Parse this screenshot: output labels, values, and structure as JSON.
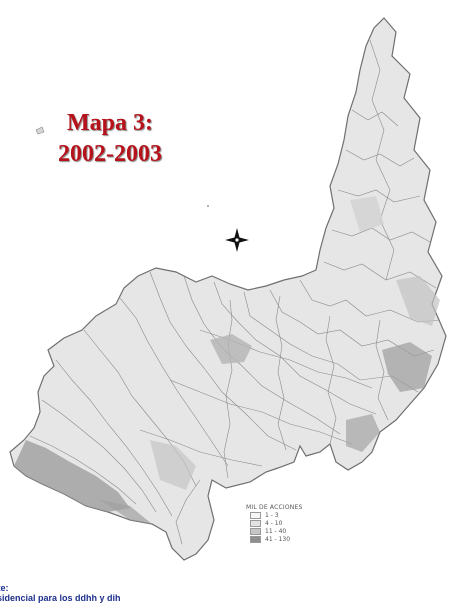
{
  "title": {
    "line1": "Mapa 3:",
    "line2": "2002-2003"
  },
  "legend": {
    "title": "MIL DE ACCIONES",
    "items": [
      {
        "label": "1 - 3",
        "color": "#f6f6f6"
      },
      {
        "label": "4 - 10",
        "color": "#e2e2e2"
      },
      {
        "label": "11 - 40",
        "color": "#c6c6c6"
      },
      {
        "label": "41 - 130",
        "color": "#8e8e8e"
      }
    ]
  },
  "source": {
    "line1": "nte:",
    "line2": "esidencial para los ddhh y dih"
  },
  "colors": {
    "title": "#b5121b",
    "source": "#1c2f8c",
    "map_fill": "#e6e6e6",
    "map_stroke": "#6f6f6f"
  },
  "icons": [
    "compass-rose-icon"
  ]
}
